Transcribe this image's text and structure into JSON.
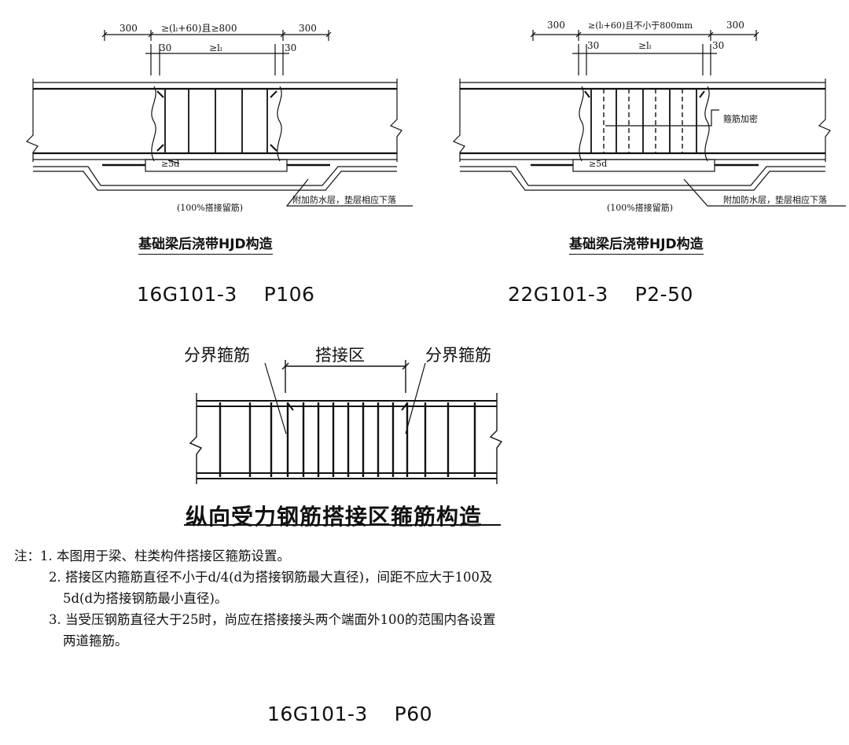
{
  "top_left": {
    "dims": {
      "side_left": "300",
      "main": "≥(lₗ+60)且≥800",
      "side_right": "300",
      "gap_left": "30",
      "lap": "≥lₗ",
      "gap_right": "30"
    },
    "hook_label": "≥5d",
    "retained_label": "(100%搭接留筋)",
    "waterproof_label": "附加防水层，垫层相应下落",
    "caption": "基础梁后浇带HJD构造",
    "reference": "16G101-3    P106"
  },
  "top_right": {
    "dims": {
      "side_left": "300",
      "main": "≥(lₗ+60)且不小于800mm",
      "side_right": "300",
      "gap_left": "30",
      "lap": "≥lₗ",
      "gap_right": "30"
    },
    "stirrup_label": "箍筋加密",
    "hook_label": "≥5d",
    "retained_label": "(100%搭接留筋)",
    "waterproof_label": "附加防水层，垫层相应下落",
    "caption": "基础梁后浇带HJD构造",
    "reference": "22G101-3    P2-50"
  },
  "middle": {
    "label_left": "分界箍筋",
    "label_center": "搭接区",
    "label_right": "分界箍筋",
    "caption": "纵向受力钢筋搭接区箍筋构造"
  },
  "notes": {
    "prefix": "注：",
    "items": [
      "1. 本图用于梁、柱类构件搭接区箍筋设置。",
      "2. 搭接区内箍筋直径不小于d/4(d为搭接钢筋最大直径)，间距不应大于100及",
      "5d(d为搭接钢筋最小直径)。",
      "3. 当受压钢筋直径大于25时，尚应在搭接接头两个端面外100的范围内各设置",
      "两道箍筋。"
    ]
  },
  "bottom_reference": "16G101-3    P60"
}
